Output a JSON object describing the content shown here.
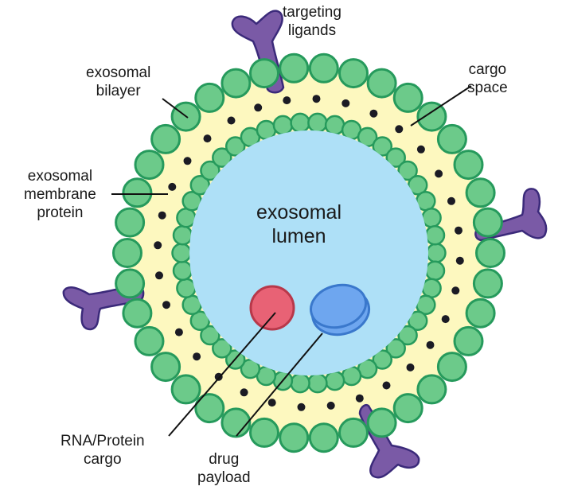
{
  "diagram": {
    "title": "Exosome structure",
    "labels": {
      "targeting_ligands": [
        "targeting",
        "ligands"
      ],
      "exosomal_bilayer": [
        "exosomal",
        "bilayer"
      ],
      "cargo_space": [
        "cargo",
        "space"
      ],
      "membrane_protein": [
        "exosomal",
        "membrane",
        "protein"
      ],
      "lumen": [
        "exosomal",
        "lumen"
      ],
      "rna_protein_cargo": [
        "RNA/Protein",
        "cargo"
      ],
      "drug_payload": [
        "drug",
        "payload"
      ]
    },
    "components": [
      {
        "id": "outer-bead-ring",
        "name": "outer lipid heads",
        "count": 38
      },
      {
        "id": "inner-bead-ring",
        "name": "inner lipid heads",
        "count": 46
      },
      {
        "id": "membrane-protein-dots",
        "name": "membrane proteins",
        "count": 32
      },
      {
        "id": "targeting-ligands",
        "name": "targeting ligands",
        "count": 4
      },
      {
        "id": "rna-cargo",
        "name": "RNA/Protein cargo"
      },
      {
        "id": "drug-payload",
        "name": "drug payload"
      }
    ],
    "colors": {
      "bead_fill": "#6cca8a",
      "bead_stroke": "#269a5c",
      "bilayer_fill": "#fdf8bf",
      "lumen_fill": "#aee0f7",
      "dot": "#1b1b24",
      "ligand_fill": "#7a5aa6",
      "ligand_stroke": "#3b2a7a",
      "rna_fill": "#e86275",
      "rna_stroke": "#b8384a",
      "drug_fill": "#6ea6ef",
      "drug_stroke": "#3a78cc",
      "leader": "#111111"
    }
  }
}
